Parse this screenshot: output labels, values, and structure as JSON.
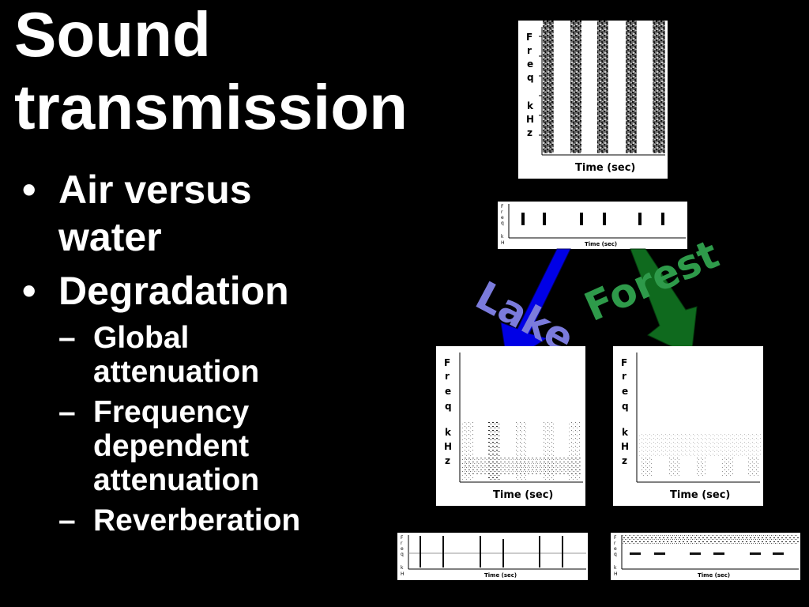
{
  "slide": {
    "title_line1": "Sound",
    "title_line2": "transmission",
    "bullets": [
      {
        "text_line1": "Air versus",
        "text_line2": "water"
      },
      {
        "text": "Degradation"
      }
    ],
    "sub_bullets": [
      {
        "line1": "Global",
        "line2": "attenuation"
      },
      {
        "line1": "Frequency",
        "line2": "dependent",
        "line3": "attenuation"
      },
      {
        "line1": "Reverberation"
      }
    ],
    "bullet_glyph": "•",
    "dash_glyph": "–"
  },
  "spectrograms": {
    "freq_letters": [
      "F",
      "r",
      "e",
      "q",
      "",
      "k",
      "H",
      "z"
    ],
    "small_freq_letters": [
      "F",
      "r",
      "e",
      "q",
      "",
      "k",
      "H"
    ],
    "time_label": "Time (sec)",
    "small_time_label": "Time (sec)"
  },
  "labels": {
    "lake": "Lake",
    "forest": "Forest"
  },
  "colors": {
    "background": "#000000",
    "text": "#ffffff",
    "lake": "#7b7bdc",
    "forest": "#2e9a4a",
    "lake_arrow": "#0000e6",
    "forest_arrow": "#0f6a1e"
  }
}
